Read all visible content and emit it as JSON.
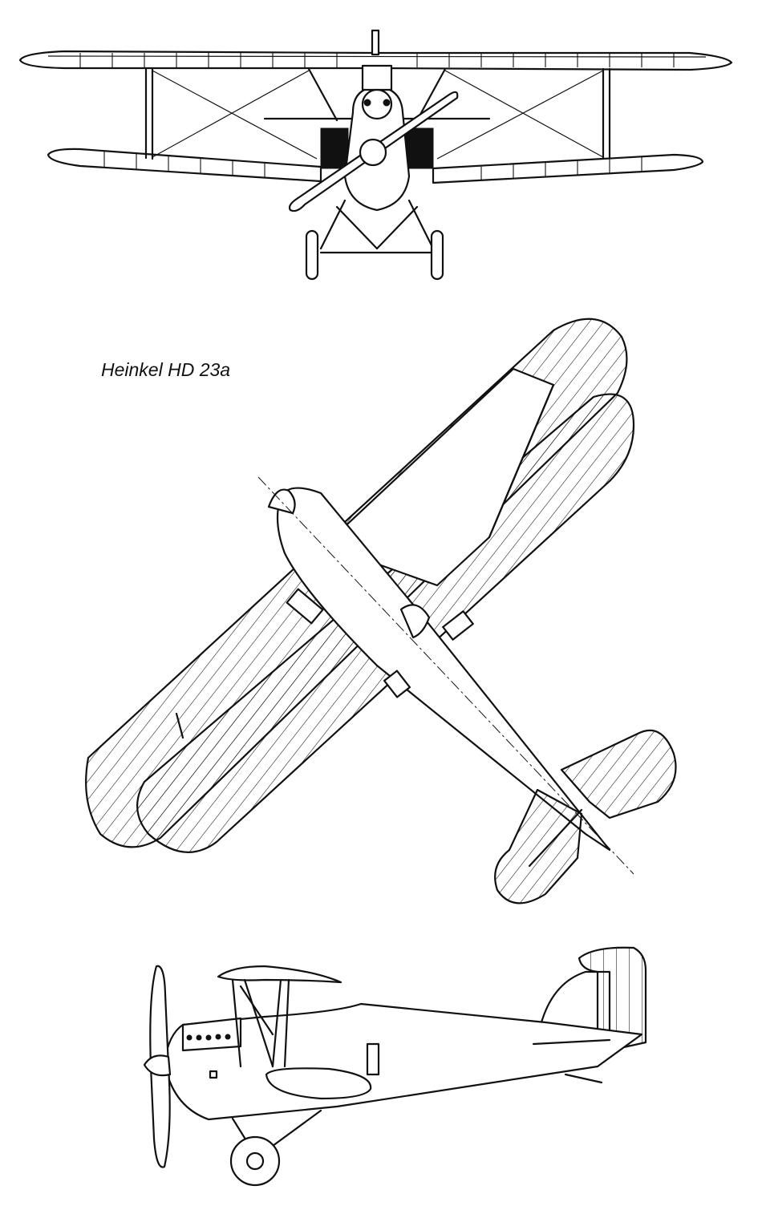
{
  "title": "Heinkel HD 23a",
  "views": [
    {
      "id": "front",
      "label": ""
    },
    {
      "id": "plan",
      "label": ""
    },
    {
      "id": "side",
      "label": ""
    }
  ]
}
